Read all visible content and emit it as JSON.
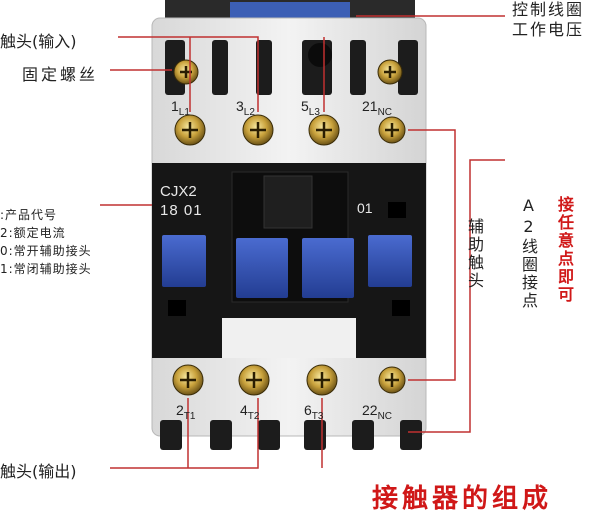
{
  "labels": {
    "main_contact_input": "触头(输入)",
    "fixing_screw": "固定螺丝",
    "main_contact_output": "触头(输出)",
    "coil_voltage_line1": "控制线圈",
    "coil_voltage_line2": "工作电压",
    "auxiliary_contact": "辅助触头",
    "a2_coil_terminal": "A2线圈接点",
    "connect_any": "接任意点即可",
    "footer_text": "接触器的组成"
  },
  "model_legend": [
    ":产品代号",
    "2:额定电流",
    "0:常开辅助接头",
    "1:常闭辅助接头"
  ],
  "device": {
    "model_line1": "CJX2",
    "model_line2": "18 01",
    "aux_code": "01",
    "top_terminals": [
      {
        "num": "1",
        "sub": "L1"
      },
      {
        "num": "3",
        "sub": "L2"
      },
      {
        "num": "5",
        "sub": "L3"
      },
      {
        "num": "21",
        "sub": "NC"
      }
    ],
    "bottom_terminals": [
      {
        "num": "2",
        "sub": "T1"
      },
      {
        "num": "4",
        "sub": "T2"
      },
      {
        "num": "6",
        "sub": "T3"
      },
      {
        "num": "22",
        "sub": "NC"
      }
    ]
  },
  "colors": {
    "body": "#ececec",
    "black_band": "#151515",
    "blue_button": "#2f4fb0",
    "label_red": "#d01818",
    "leader_line": "#c03030"
  }
}
